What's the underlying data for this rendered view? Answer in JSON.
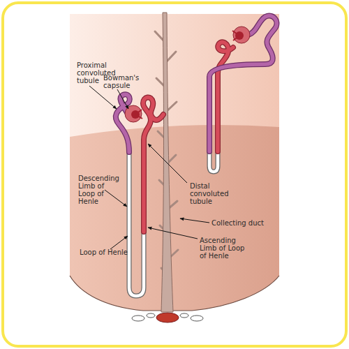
{
  "diagram": {
    "labels": [
      "Proximal convoluted tubule",
      "Bowman's capsule",
      "Descending Limb of Loop of Henle",
      "Distal convoluted tubule",
      "Collecting duct",
      "Ascending Limb of Loop of Henle",
      "Loop of Henle"
    ]
  }
}
